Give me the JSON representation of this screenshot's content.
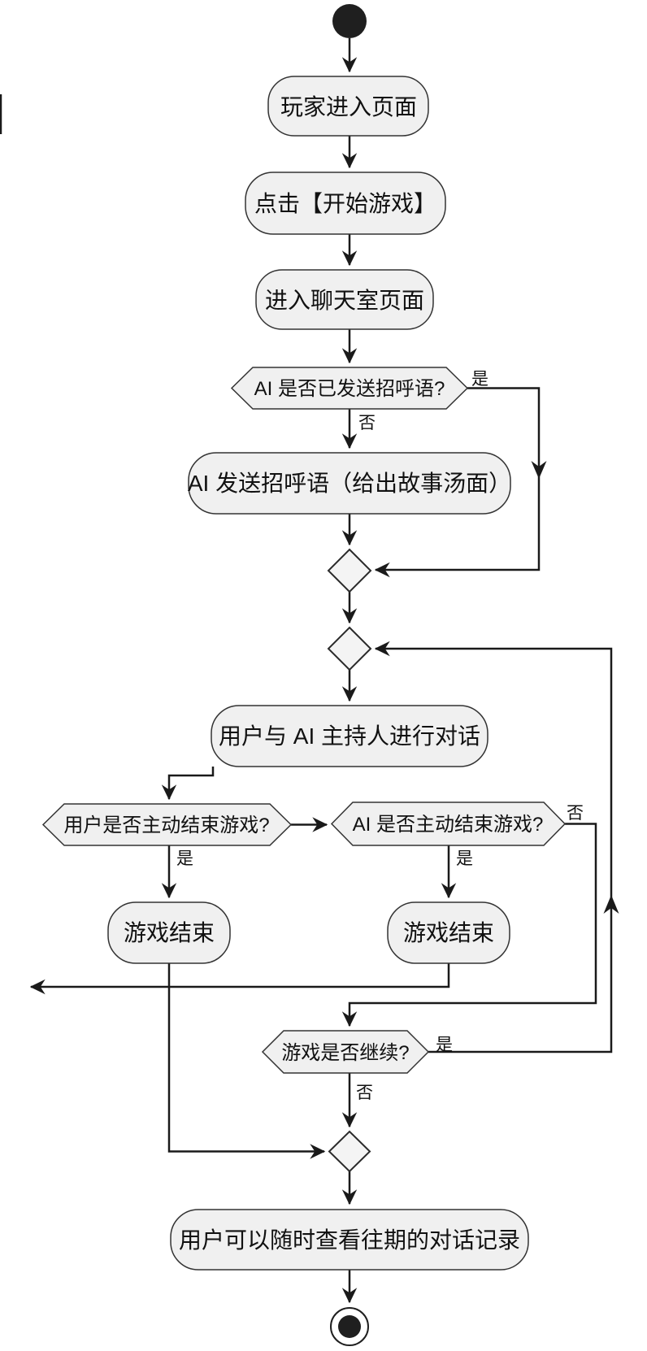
{
  "diagram": {
    "type": "activity-flowchart",
    "colors": {
      "background": "#ffffff",
      "node_fill": "#f0f0f0",
      "node_stroke": "#333333",
      "edge": "#1a1a1a",
      "text": "#111111"
    },
    "nodes": {
      "start": {
        "type": "initial-node"
      },
      "enter_page": {
        "label": "玩家进入页面"
      },
      "click_start": {
        "label": "点击【开始游戏】"
      },
      "enter_chat": {
        "label": "进入聊天室页面"
      },
      "greeting_sent_q": {
        "label": "AI 是否已发送招呼语?"
      },
      "send_greeting": {
        "label": "AI 发送招呼语（给出故事汤面）"
      },
      "dialog": {
        "label": "用户与 AI 主持人进行对话"
      },
      "user_end_q": {
        "label": "用户是否主动结束游戏?"
      },
      "ai_end_q": {
        "label": "AI 是否主动结束游戏?"
      },
      "game_over_left": {
        "label": "游戏结束"
      },
      "game_over_right": {
        "label": "游戏结束"
      },
      "continue_q": {
        "label": "游戏是否继续?"
      },
      "view_history": {
        "label": "用户可以随时查看往期的对话记录"
      },
      "final": {
        "type": "final-node"
      }
    },
    "edge_labels": {
      "yes_greeting": "是",
      "no_greeting": "否",
      "yes_user_end": "是",
      "yes_ai_end": "是",
      "no_ai_end": "否",
      "yes_continue": "是",
      "no_continue": "否"
    }
  }
}
